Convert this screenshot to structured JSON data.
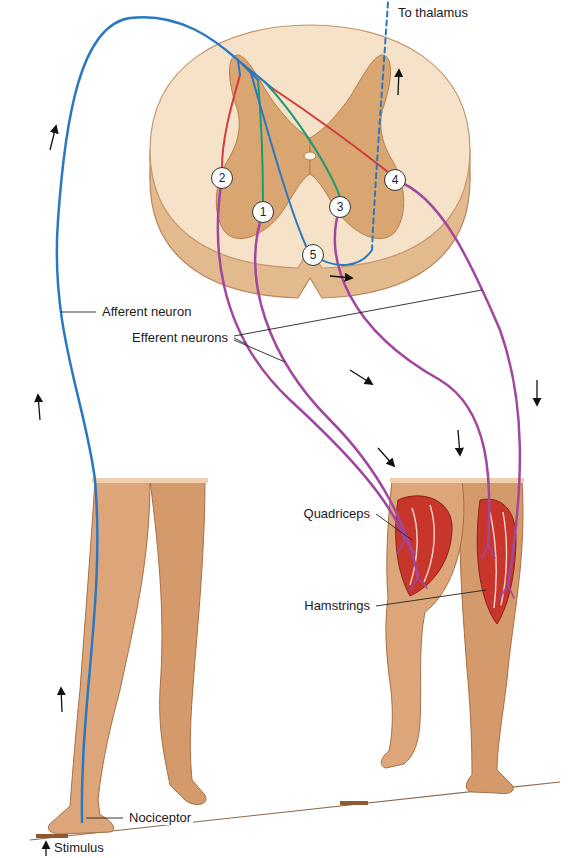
{
  "diagram": {
    "nodes": [
      {
        "text": [
          "1"
        ]
      },
      {
        "text": [
          "2"
        ]
      },
      {
        "text": [
          "3"
        ]
      },
      {
        "text": [
          "4"
        ]
      },
      {
        "text": [
          "5"
        ]
      }
    ],
    "labels": [
      "To thalamus",
      "Afferent neuron",
      "Efferent neurons",
      "Quadriceps",
      "Hamstrings",
      "Nociceptor",
      "Stimulus"
    ]
  }
}
